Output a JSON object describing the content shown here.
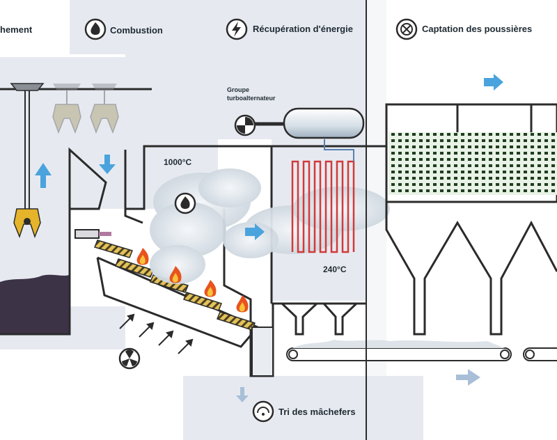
{
  "sections": {
    "stockage": "hement",
    "combustion": "Combustion",
    "recuperation": "Récupération d'énergie",
    "captation": "Captation des poussières",
    "tri": "Tri des mâchefers"
  },
  "labels": {
    "groupe_line1": "Groupe",
    "groupe_line2": "turboalternateur",
    "temp_furnace": "1000°C",
    "temp_exchanger": "240°C"
  },
  "icons": {
    "combustion": "flame-icon",
    "recuperation": "lightning-bolt-icon",
    "captation": "dust-filter-icon",
    "fan": "fan-icon",
    "tri": "sorting-icon",
    "turbine": "turbine-icon"
  },
  "colors": {
    "panel": "#e6eaf0",
    "line": "#2b2b2b",
    "arrow_blue": "#4aa3dd",
    "heat_pipe": "#d23a3a",
    "waste": "#3d3347",
    "grab": "#e5b42a",
    "filter_dots": "#1f3d1f"
  }
}
